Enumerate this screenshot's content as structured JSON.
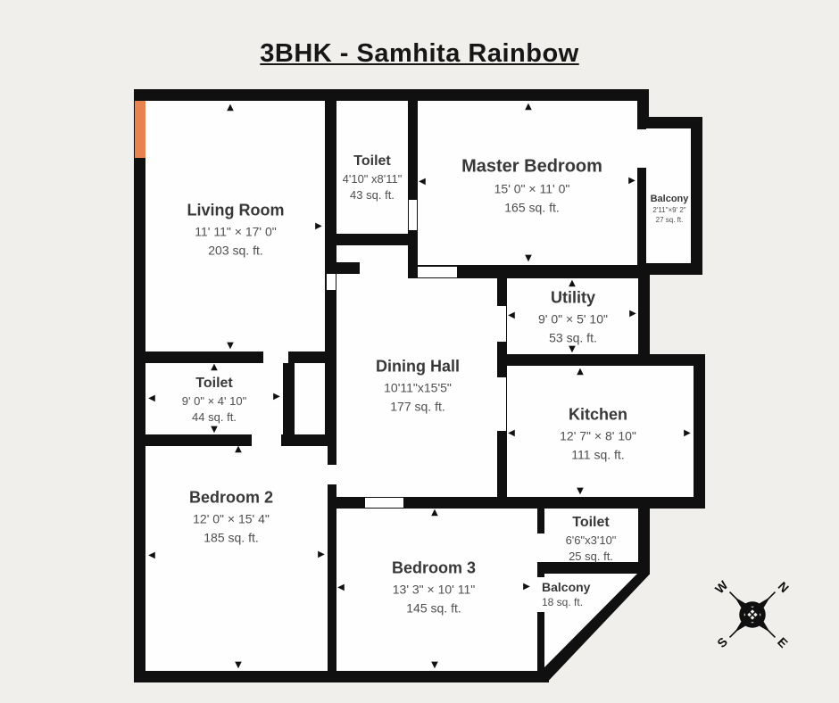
{
  "title": "3BHK - Samhita Rainbow",
  "rooms": {
    "living_room": {
      "name": "Living Room",
      "dim": "11' 11\" × 17' 0\"",
      "area": "203 sq. ft."
    },
    "toilet_top": {
      "name": "Toilet",
      "dim": "4'10\" x8'11\"",
      "area": "43 sq. ft."
    },
    "master_bedroom": {
      "name": "Master Bedroom",
      "dim": "15' 0\" × 11' 0\"",
      "area": "165 sq. ft."
    },
    "balcony_right": {
      "name": "Balcony",
      "dim": "2'11\"×9' 2\"",
      "area": "27 sq. ft."
    },
    "utility": {
      "name": "Utility",
      "dim": "9' 0\" × 5' 10\"",
      "area": "53 sq. ft."
    },
    "dining_hall": {
      "name": "Dining Hall",
      "dim": "10'11\"x15'5\"",
      "area": "177 sq. ft."
    },
    "kitchen": {
      "name": "Kitchen",
      "dim": "12' 7\" × 8' 10\"",
      "area": "111 sq. ft."
    },
    "toilet_left": {
      "name": "Toilet",
      "dim": "9' 0\" × 4' 10\"",
      "area": "44 sq. ft."
    },
    "bedroom_2": {
      "name": "Bedroom 2",
      "dim": "12' 0\" × 15' 4\"",
      "area": "185 sq. ft."
    },
    "bedroom_3": {
      "name": "Bedroom 3",
      "dim": "13' 3\" × 10' 11\"",
      "area": "145 sq. ft."
    },
    "toilet_bottom": {
      "name": "Toilet",
      "dim": "6'6\"x3'10\"",
      "area": "25 sq. ft."
    },
    "balcony_bottom": {
      "name": "Balcony",
      "area": "18 sq. ft."
    }
  },
  "compass": {
    "n": "N",
    "e": "E",
    "s": "S",
    "w": "W"
  },
  "icons": {
    "arrow_up": "▲",
    "arrow_down": "▼",
    "arrow_left": "◀",
    "arrow_right": "▶"
  },
  "colors": {
    "wall": "#101010",
    "room_fill": "#fefefe",
    "background": "#f1efec",
    "entrance_marker": "#e8824e",
    "room_name_text": "#383838",
    "dimension_text": "#4e4e4e"
  }
}
